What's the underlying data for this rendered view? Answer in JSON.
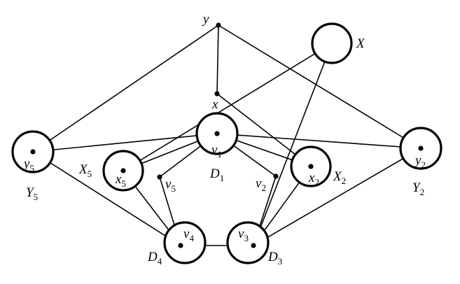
{
  "diagram": {
    "vertex_labels": {
      "y": {
        "main": "y",
        "sub": ""
      },
      "x": {
        "main": "x",
        "sub": ""
      },
      "X": {
        "main": "X",
        "sub": ""
      },
      "y5": {
        "main": "y",
        "sub": "5"
      },
      "Y5": {
        "main": "Y",
        "sub": "5"
      },
      "X5": {
        "main": "X",
        "sub": "5"
      },
      "x5": {
        "main": "x",
        "sub": "5"
      },
      "v5": {
        "main": "v",
        "sub": "5"
      },
      "v1": {
        "main": "v",
        "sub": "1"
      },
      "D1": {
        "main": "D",
        "sub": "1"
      },
      "v2": {
        "main": "v",
        "sub": "2"
      },
      "x2": {
        "main": "x",
        "sub": "2"
      },
      "X2": {
        "main": "X",
        "sub": "2"
      },
      "y2": {
        "main": "y",
        "sub": "2"
      },
      "Y2": {
        "main": "Y",
        "sub": "2"
      },
      "v4": {
        "main": "v",
        "sub": "4"
      },
      "D4": {
        "main": "D",
        "sub": "4"
      },
      "v3": {
        "main": "v",
        "sub": "3"
      },
      "D3": {
        "main": "D",
        "sub": "3"
      }
    },
    "edges": [
      [
        "y",
        "x"
      ],
      [
        "y",
        "y5"
      ],
      [
        "y",
        "y2"
      ],
      [
        "X",
        "x5"
      ],
      [
        "X",
        "v3"
      ],
      [
        "x",
        "x2"
      ],
      [
        "y5",
        "v1"
      ],
      [
        "y5",
        "v4"
      ],
      [
        "v1",
        "y2"
      ],
      [
        "v1",
        "x5"
      ],
      [
        "v1",
        "v5"
      ],
      [
        "v1",
        "v2"
      ],
      [
        "v1",
        "x2"
      ],
      [
        "x5",
        "v4"
      ],
      [
        "v5",
        "v4"
      ],
      [
        "v2",
        "v3"
      ],
      [
        "x2",
        "v3"
      ],
      [
        "y2",
        "v3"
      ],
      [
        "v4",
        "v3"
      ]
    ]
  }
}
